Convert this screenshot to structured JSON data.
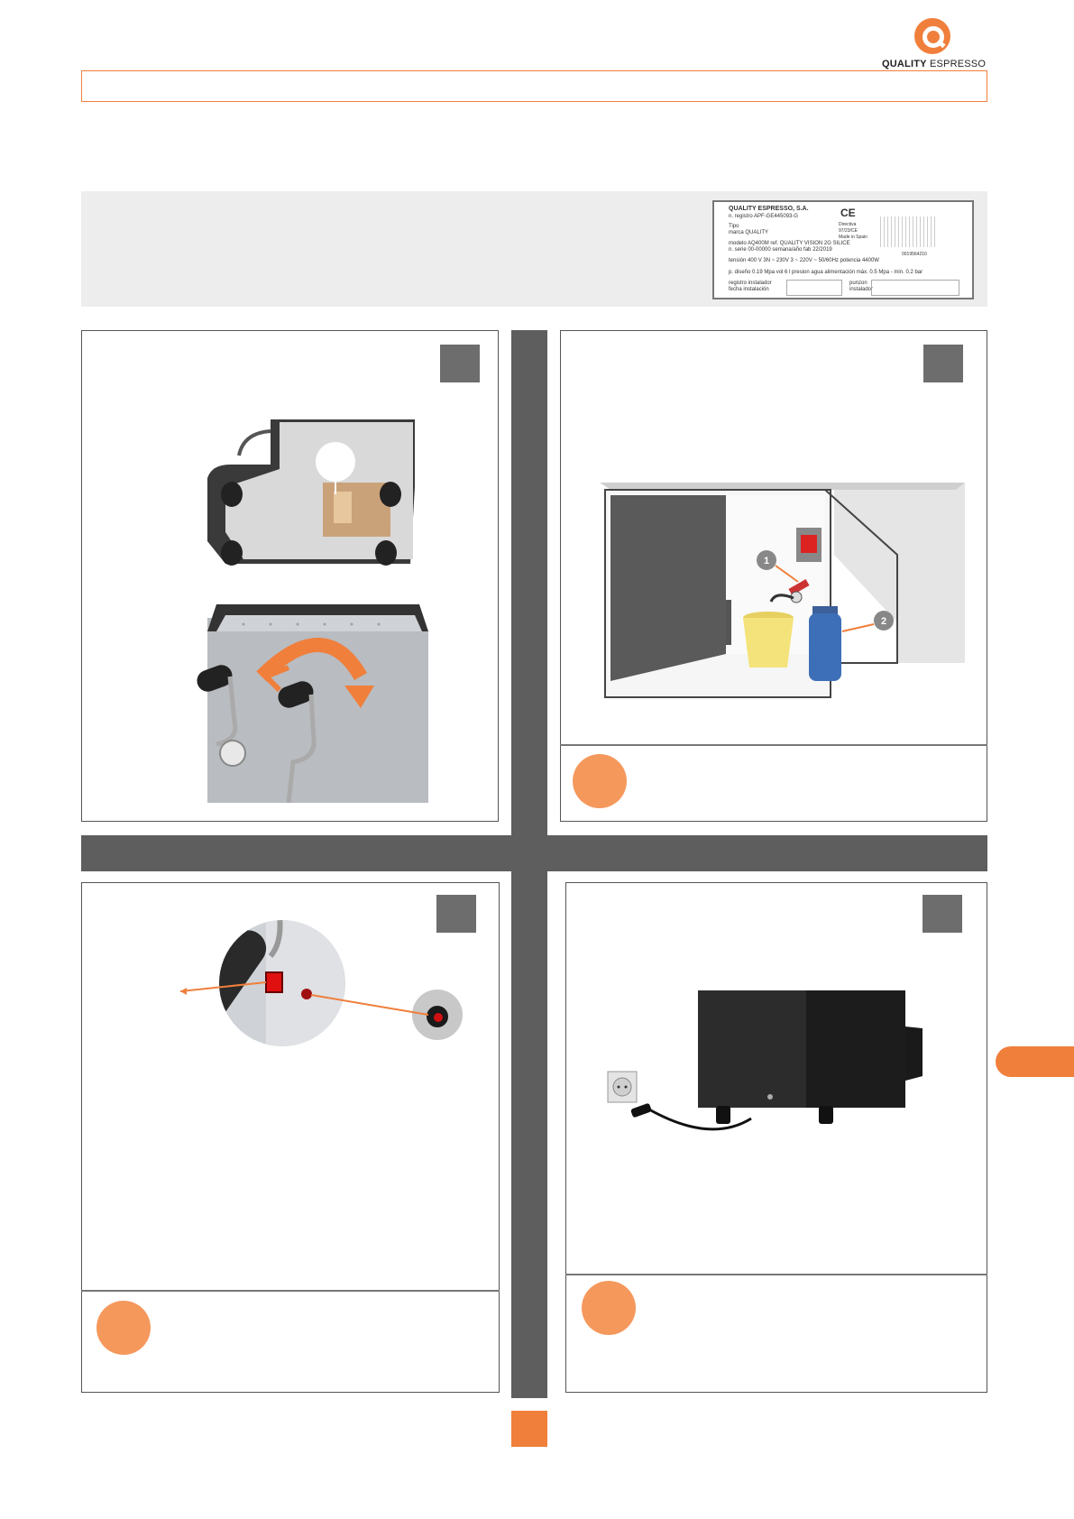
{
  "logo": {
    "brand_bold": "QUALITY",
    "brand_light": "ESPRESSO"
  },
  "plate": {
    "company": "QUALITY ESPRESSO, S.A.",
    "ce_mark": "CE",
    "line_registro": "n. registro   APF-GE445093-G",
    "line_tipo": "Tipo",
    "line_marca": "marca   QUALITY",
    "line_modelo": "modelo   AQ400M          ref.   QUALITY VISION 2G SILICE",
    "line_serie": "n. serie   00-00000          semana/año fab   22/2019",
    "line_tension": "tensión   400 V 3N  ~  230V 3  ~  220V  ~  50/60Hz          potencia   4400W",
    "line_diseno": "p. diseño   0.19 Mpa          vol   6 l          presion agua alimentación   máx. 0.5 Mpa - min. 0.2 bar",
    "line_registro_inst": "registro instalador",
    "line_fecha_inst": "fecha instalación",
    "line_punzon": "punzon",
    "line_instalador": "instalador",
    "right_small_1": "Directiva",
    "right_small_2": "97/23/CE",
    "right_small_3": "Made in Spain",
    "code": "0019564210"
  },
  "callouts": {
    "one": "1",
    "two": "2"
  },
  "colors": {
    "accent": "#f07f3c",
    "dot": "#f5985c",
    "divider": "#5e5e5e",
    "square": "#6d6d6d"
  }
}
